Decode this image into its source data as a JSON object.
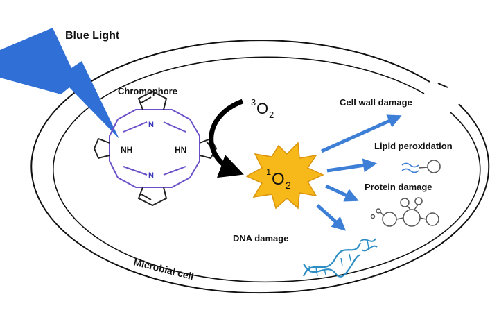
{
  "labels": {
    "blue_light": "Blue Light",
    "chromophore": "Chromophore",
    "triplet_oxygen_sup": "3",
    "triplet_oxygen": "O",
    "triplet_oxygen_sub": "2",
    "singlet_oxygen_sup": "1",
    "singlet_oxygen": "O",
    "singlet_oxygen_sub": "2",
    "cell_wall_damage": "Cell wall damage",
    "lipid_peroxidation": "Lipid peroxidation",
    "protein_damage": "Protein damage",
    "dna_damage": "DNA damage",
    "microbial_cell": "Microbial cell",
    "nh_left": "NH",
    "hn_right": "HN",
    "n_top": "N",
    "n_bottom": "N"
  },
  "colors": {
    "lightning": "#2f6fd6",
    "porphyrin": "#6b4fc9",
    "starburst": "#f7b81a",
    "starburst_edge": "#d9930c",
    "damage_arrow": "#3d7fd6",
    "dna": "#2d8ec4",
    "cell_outline": "#111111"
  }
}
